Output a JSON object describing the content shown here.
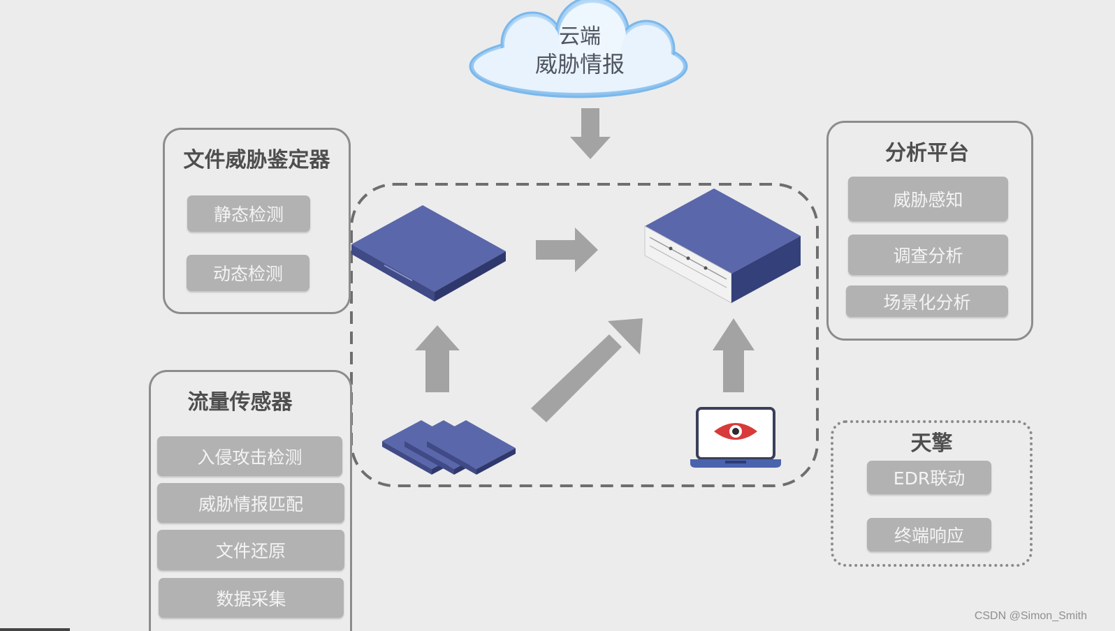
{
  "cloud": {
    "line1": "云端",
    "line2": "威胁情报",
    "color": "#6fb2ea"
  },
  "file_box": {
    "title": "文件威胁鉴定器",
    "items": [
      "静态检测",
      "动态检测"
    ]
  },
  "sensor_box": {
    "title": "流量传感器",
    "items": [
      "入侵攻击检测",
      "威胁情报匹配",
      "文件还原",
      "数据采集"
    ]
  },
  "platform_box": {
    "title": "分析平台",
    "items": [
      "威胁感知",
      "调查分析",
      "场景化分析"
    ]
  },
  "edr_box": {
    "title": "天擎",
    "items": [
      "EDR联动",
      "终端响应"
    ]
  },
  "colors": {
    "device_blue": "#5a67aa",
    "arrow_gray": "#a3a3a3",
    "pill_gray": "#b2b2b2",
    "eye_red": "#d83a3a"
  },
  "watermark": "CSDN @Simon_Smith"
}
